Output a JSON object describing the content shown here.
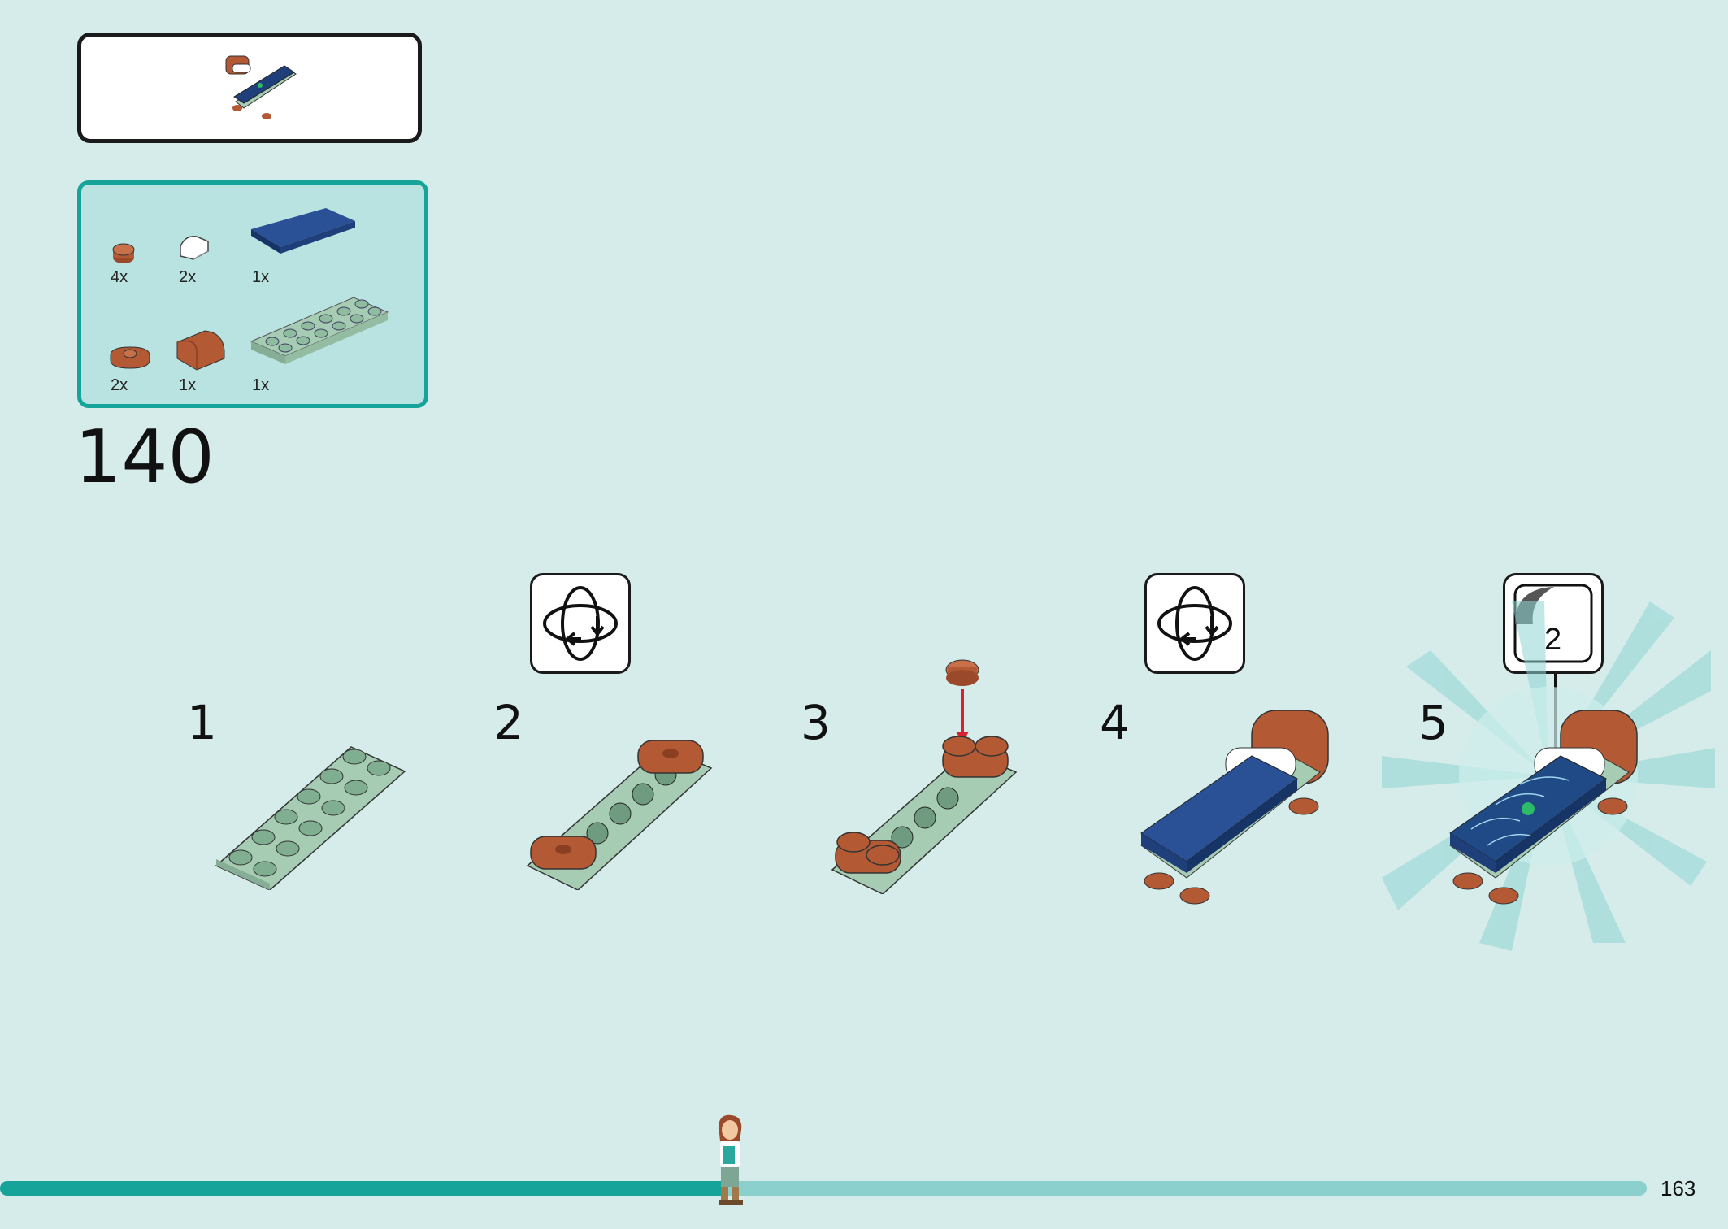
{
  "step_number": "140",
  "page_number": "163",
  "parts_list": [
    {
      "qty": "4x",
      "part": "round-brick-brown"
    },
    {
      "qty": "2x",
      "part": "slope-white"
    },
    {
      "qty": "1x",
      "part": "tile-dark-blue"
    },
    {
      "qty": "2x",
      "part": "plate-round-brown"
    },
    {
      "qty": "1x",
      "part": "curved-brick-brown"
    },
    {
      "qty": "1x",
      "part": "plate-sand-green"
    }
  ],
  "substeps": [
    "1",
    "2",
    "3",
    "4",
    "5"
  ],
  "sticker_label": "2",
  "progress_fraction": 0.44,
  "colors": {
    "background": "#d6ecea",
    "accent_teal": "#16a39a",
    "sand_green": "#a6ccb4",
    "brown": "#b35a35",
    "dark_blue": "#1f3f7a"
  }
}
